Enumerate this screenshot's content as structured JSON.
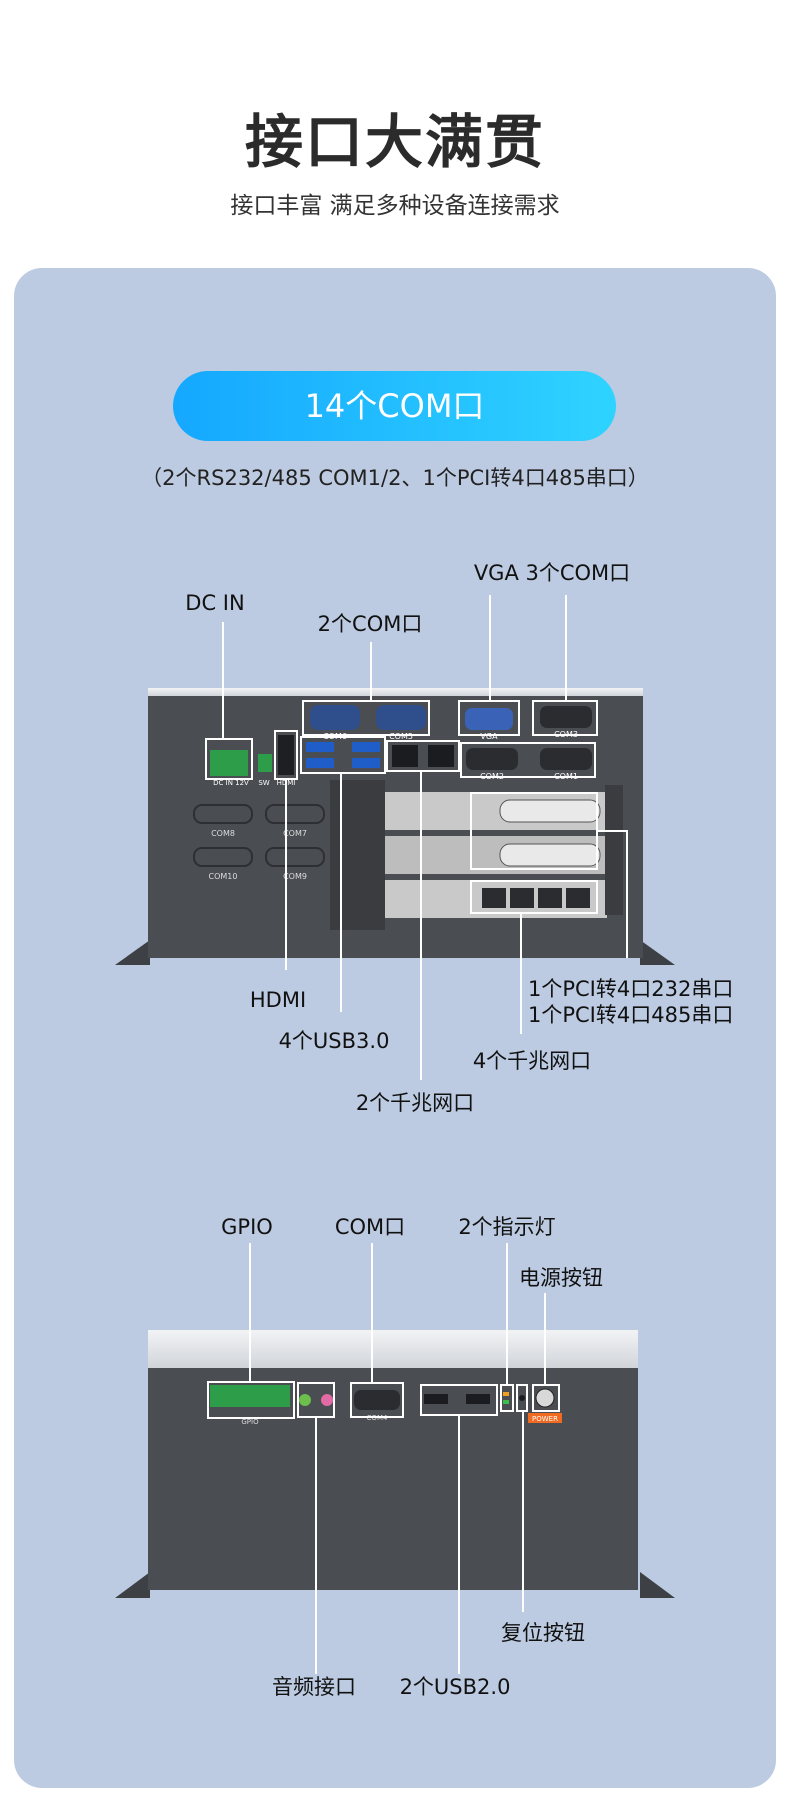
{
  "header": {
    "title": "接口大满贯",
    "subtitle": "接口丰富 满足多种设备连接需求"
  },
  "section1": {
    "pill": "14个COM口",
    "note": "（2个RS232/485 COM1/2、1个PCI转4口485串口）",
    "labels": {
      "dc_in": "DC IN",
      "com_2": "2个COM口",
      "vga_com": "VGA 3个COM口",
      "hdmi": "HDMI",
      "usb30": "4个USB3.0",
      "gbe2": "2个千兆网口",
      "gbe4": "4个千兆网口",
      "pci232": "1个PCI转4口232串口",
      "pci485": "1个PCI转4口485串口"
    },
    "port_marks": {
      "com6": "COM6",
      "com5": "COM5",
      "vga": "VGA",
      "com3": "COM3",
      "com2": "COM2",
      "com1": "COM1",
      "dcin": "DC IN 12V",
      "sw": "SW",
      "hdmi": "HDMI",
      "com8": "COM8",
      "com7": "COM7",
      "com10": "COM10",
      "com9": "COM9"
    }
  },
  "section2": {
    "labels": {
      "gpio": "GPIO",
      "com": "COM口",
      "leds": "2个指示灯",
      "power": "电源按钮",
      "reset": "复位按钮",
      "audio": "音频接口",
      "usb20": "2个USB2.0"
    },
    "port_marks": {
      "gpio": "GPIO",
      "com4": "COM4",
      "power_tag": "POWER"
    }
  },
  "colors": {
    "panel": "#bccbe1",
    "pill_start": "#15a8ff",
    "pill_end": "#2fd3ff",
    "chassis": "#4a4d52",
    "vga_blue": "#3a63b8",
    "dc_green": "#2e9d4a",
    "power_orange": "#f06a22"
  }
}
